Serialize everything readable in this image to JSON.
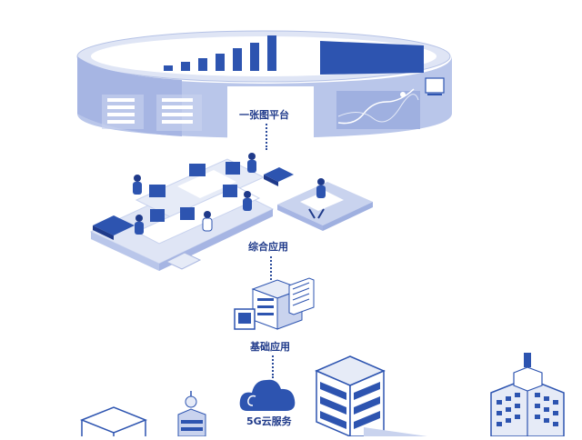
{
  "labels": {
    "platform": "一张图平台",
    "integrated": "综合应用",
    "basic": "基础应用",
    "cloud": "5G云服务"
  },
  "ring_bars": [
    12,
    20,
    28,
    38,
    50,
    62,
    78
  ],
  "colors": {
    "primary": "#2d54b0",
    "dark": "#1f3a8a",
    "light": "#c9d3ee",
    "pale": "#e6ebf7",
    "shadow": "#a9b6e0"
  }
}
